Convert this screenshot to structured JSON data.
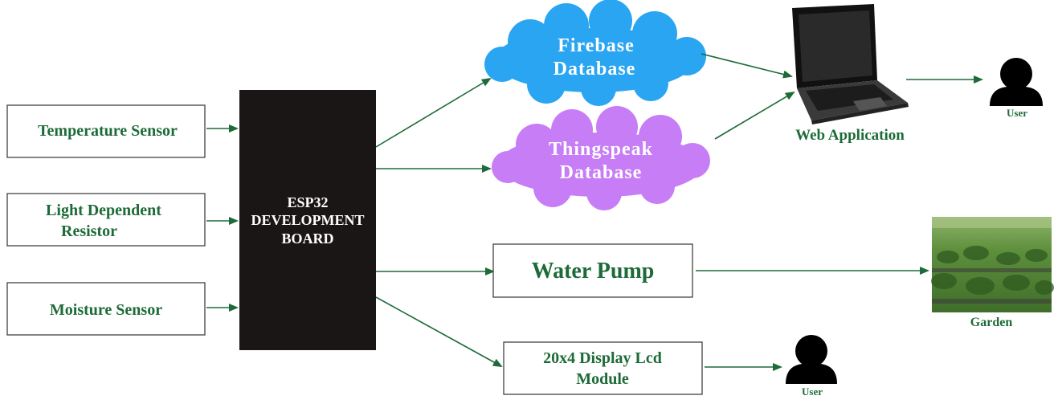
{
  "inputs": {
    "temperature": "Temperature Sensor",
    "ldr_line1": "Light Dependent",
    "ldr_line2": "Resistor",
    "moisture": "Moisture Sensor"
  },
  "board": {
    "line1": "ESP32",
    "line2": "DEVELOPMENT",
    "line3": "BOARD"
  },
  "firebase": {
    "line1": "Firebase",
    "line2": "Database",
    "color": "#2aa5f2"
  },
  "thingspeak": {
    "line1": "Thingspeak",
    "line2": "Database",
    "color": "#c77df5"
  },
  "outputs": {
    "pump": "Water Pump",
    "lcd_line1": "20x4 Display Lcd",
    "lcd_line2": "Module"
  },
  "captions": {
    "web_app": "Web Application",
    "user_top": "User",
    "user_bottom": "User",
    "garden": "Garden"
  },
  "colors": {
    "arrow": "#1d6b38",
    "text": "#1d6b38",
    "board": "#1a1616"
  },
  "icons": [
    "laptop-icon",
    "user-icon",
    "garden-photo"
  ]
}
